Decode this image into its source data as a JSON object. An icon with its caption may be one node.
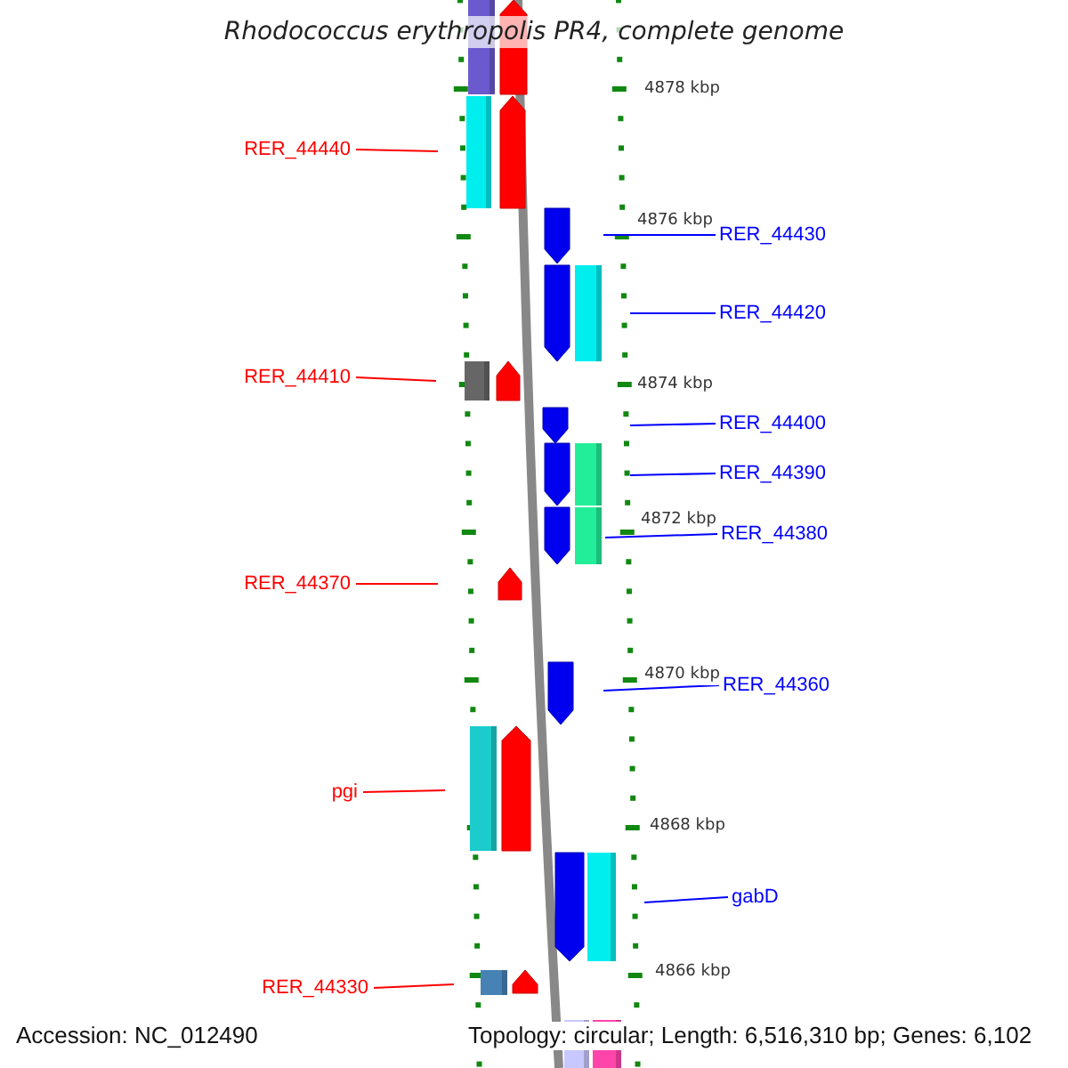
{
  "diagram": {
    "title": "Rhodococcus erythropolis PR4, complete genome",
    "nodes": [
      {
        "text": [
          "RER_44440"
        ]
      },
      {
        "text": [
          "RER_44430"
        ]
      },
      {
        "text": [
          "RER_44420"
        ]
      },
      {
        "text": [
          "RER_44410"
        ]
      },
      {
        "text": [
          "RER_44400"
        ]
      },
      {
        "text": [
          "RER_44390"
        ]
      },
      {
        "text": [
          "RER_44380"
        ]
      },
      {
        "text": [
          "RER_44370"
        ]
      },
      {
        "text": [
          "RER_44360"
        ]
      },
      {
        "text": [
          "pgi"
        ]
      },
      {
        "text": [
          "gabD"
        ]
      },
      {
        "text": [
          "RER_44330"
        ]
      }
    ],
    "edges": [
      {
        "from": 0,
        "to": null,
        "arrow": "none",
        "color": "#ff0000"
      },
      {
        "from": 1,
        "to": null,
        "arrow": "none"
      },
      {
        "from": 2,
        "to": null,
        "arrow": "none"
      },
      {
        "from": 3,
        "to": null,
        "arrow": "none",
        "color": "#ff0000"
      },
      {
        "from": 4,
        "to": null,
        "arrow": "none"
      },
      {
        "from": 5,
        "to": null,
        "arrow": "none"
      },
      {
        "from": 6,
        "to": null,
        "arrow": "none"
      },
      {
        "from": 7,
        "to": null,
        "arrow": "none",
        "color": "#ff0000"
      },
      {
        "from": 8,
        "to": null,
        "arrow": "none"
      },
      {
        "from": 9,
        "to": null,
        "arrow": "none",
        "color": "#ff0000"
      },
      {
        "from": 10,
        "to": null,
        "arrow": "none"
      },
      {
        "from": 11,
        "to": null,
        "arrow": "none",
        "color": "#ff0000"
      }
    ],
    "labels": [
      "4878 kbp",
      "4876 kbp",
      "4874 kbp",
      "4872 kbp",
      "4870 kbp",
      "4868 kbp",
      "4866 kbp",
      "Accession: NC_012490",
      "Topology: circular; Length: 6,516,310 bp; Genes: 6,102"
    ]
  }
}
